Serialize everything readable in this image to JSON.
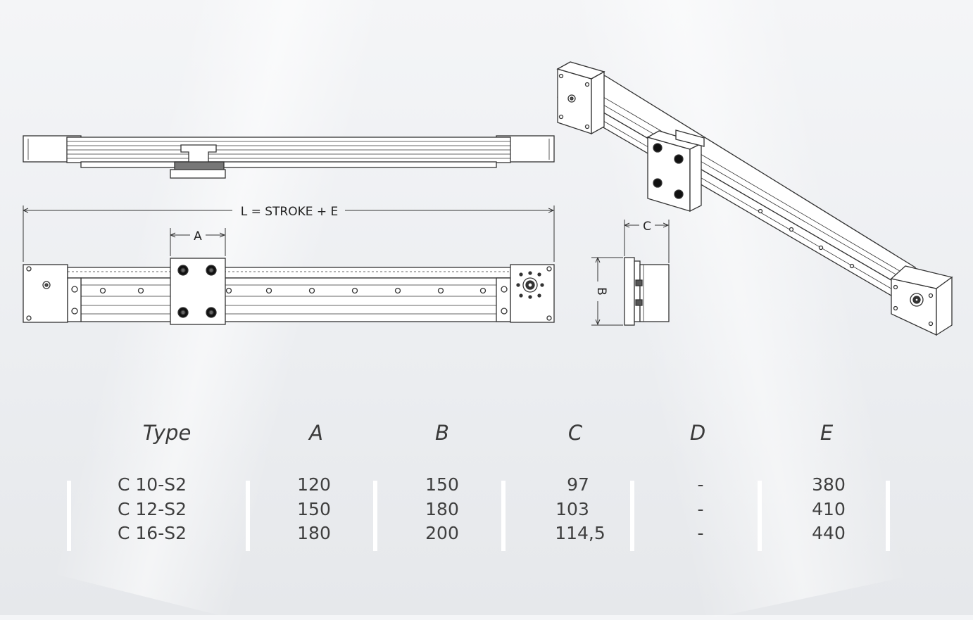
{
  "dimensions": {
    "length_label": "L = STROKE + E",
    "a_label": "A",
    "b_label": "B",
    "c_label": "C"
  },
  "table": {
    "headers": [
      "Type",
      "A",
      "B",
      "C",
      "D",
      "E"
    ],
    "rows": [
      [
        "C 10-S2",
        "120",
        "150",
        "97",
        "-",
        "380"
      ],
      [
        "C 12-S2",
        "150",
        "180",
        "103",
        "-",
        "410"
      ],
      [
        "C 16-S2",
        "180",
        "200",
        "114,5",
        "-",
        "440"
      ]
    ]
  }
}
